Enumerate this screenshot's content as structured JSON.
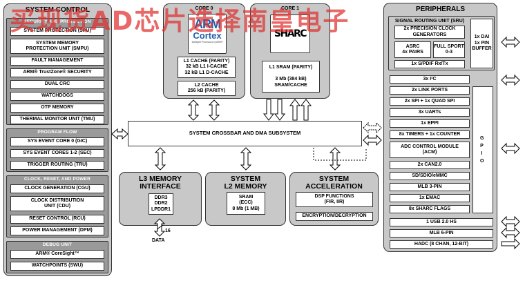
{
  "watermark": "买现货AD芯片选择南皇电子",
  "system_control": {
    "title": "SYSTEM CONTROL",
    "groups": [
      {
        "title": "SECURITY AND PROTECTION",
        "items": [
          "SYSTEM PROTECTION (SPU)",
          "SYSTEM MEMORY\nPROTECTION UNIT (SMPU)",
          "FAULT MANAGEMENT",
          "ARM® TrustZone® SECURITY",
          "DUAL CRC",
          "WATCHDOGS",
          "OTP MEMORY",
          "THERMAL MONITOR UNIT (TMU)"
        ]
      },
      {
        "title": "PROGRAM FLOW",
        "items": [
          "SYS EVENT CORE 0 (GIC)",
          "SYS EVENT CORES 1-2 (SEC)",
          "TRIGGER ROUTING (TRU)"
        ]
      },
      {
        "title": "CLOCK, RESET, AND POWER",
        "items": [
          "CLOCK GENERATION (CGU)",
          "CLOCK DISTRIBUTION\nUNIT (CDU)",
          "RESET CONTROL (RCU)",
          "POWER MANAGEMENT (DPM)"
        ]
      },
      {
        "title": "DEBUG UNIT",
        "items": [
          "ARM® CoreSight™",
          "WATCHPOINTS (SWU)"
        ]
      }
    ]
  },
  "core0": {
    "title": "CORE 0",
    "logo": {
      "line1": "ARM",
      "line2": "Cortex",
      "sub": "Intelligent Processors by ARM®"
    },
    "l1_cache": "L1 CACHE (PARITY)\n32 kB L1 I-CACHE\n32 kB L1 D-CACHE",
    "l2_cache": "L2 CACHE\n256 kB (PARITY)"
  },
  "core1": {
    "title": "CORE 1",
    "logo": "SHARC",
    "l1_sram": "L1 SRAM (PARITY)\n\n3 Mb (384 kB)\nSRAM/CACHE"
  },
  "crossbar": "SYSTEM CROSSBAR AND DMA SUBSYSTEM",
  "l3_memory": {
    "title": "L3 MEMORY\nINTERFACE",
    "box": "DDR3\nDDR2\nLPDDR1",
    "bus_width": "16",
    "data_label": "DATA"
  },
  "l2_memory": {
    "title": "SYSTEM\nL2 MEMORY",
    "box": "SRAM\n(ECC)\n8 Mb (1 MB)"
  },
  "acceleration": {
    "title": "SYSTEM\nACCELERATION",
    "boxes": [
      "DSP FUNCTIONS\n(FIR, IIR)",
      "ENCRYPTION/DECRYPTION"
    ]
  },
  "peripherals": {
    "title": "PERIPHERALS",
    "sru": {
      "title": "SIGNAL ROUTING UNIT (SRU)",
      "pcg": "2x PRECISION CLOCK\nGENERATORS",
      "asrc": "ASRC\n4x PAIRS",
      "sport": "FULL SPORT\n0-3",
      "spdif": "1x S/PDIF Rx/Tx",
      "dai": "1x DAI\n1x PIN\nBUFFER"
    },
    "items": [
      "3x I²C",
      "2x LINK PORTS",
      "2x SPI + 1x QUAD SPI",
      "3x UARTs",
      "1x EPPI",
      "8x TIMERS + 1x COUNTER",
      "ADC CONTROL MODULE\n(ACM)",
      "2x CAN2.0",
      "SD/SDIO/eMMC",
      "MLB 3-PIN",
      "1x EMAC",
      "8x SHARC FLAGS"
    ],
    "gpio": "GPIO",
    "bottom_items": [
      "1 USB 2.0 HS",
      "MLB 6-PIN",
      "HADC (8 CHAN, 12-BIT)"
    ]
  },
  "colors": {
    "panel": "#c8c8c8",
    "group": "#9a9a9a",
    "watermark": "#e0302e",
    "arm_blue": "#1f5fa8"
  }
}
